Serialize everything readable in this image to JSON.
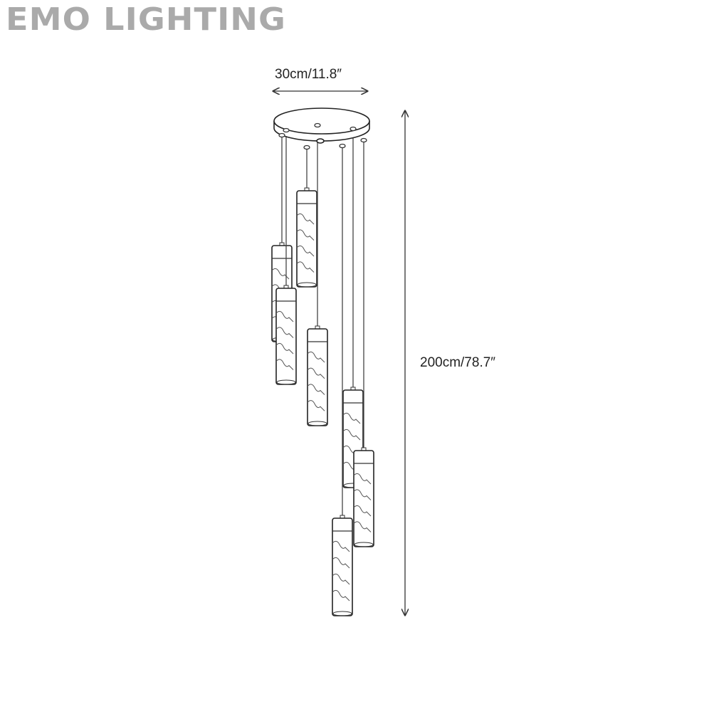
{
  "brand": "EMO LIGHTING",
  "dimensions": {
    "width_label": "30cm/11.8″",
    "height_label": "200cm/78.7″"
  },
  "product": {
    "pendant_count": 7
  },
  "colors": {
    "line": "#333333",
    "brand": "#aaaaaa"
  }
}
